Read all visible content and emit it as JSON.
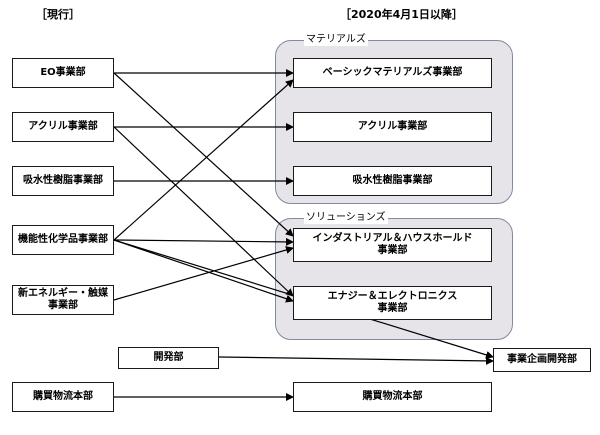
{
  "headers": {
    "current": "［現行］",
    "future": "［2020年4月1日以降］"
  },
  "groups": {
    "materials": "マテリアルズ",
    "solutions": "ソリューションズ"
  },
  "current_units": {
    "eo": "EO事業部",
    "acrylic": "アクリル事業部",
    "absorbent": "吸水性樹脂事業部",
    "functional": "機能性化学品事業部",
    "energy_catalyst": "新エネルギー・触媒\n事業部",
    "rnd": "開発部",
    "procurement": "購買物流本部"
  },
  "new_units": {
    "basic_materials": "ベーシックマテリアルズ事業部",
    "acrylic": "アクリル事業部",
    "absorbent": "吸水性樹脂事業部",
    "industrial_household": "インダストリアル＆ハウスホールド\n事業部",
    "energy_electronics": "エナジー＆エレクトロニクス\n事業部",
    "planning": "事業企画開発部",
    "procurement": "購買物流本部"
  }
}
